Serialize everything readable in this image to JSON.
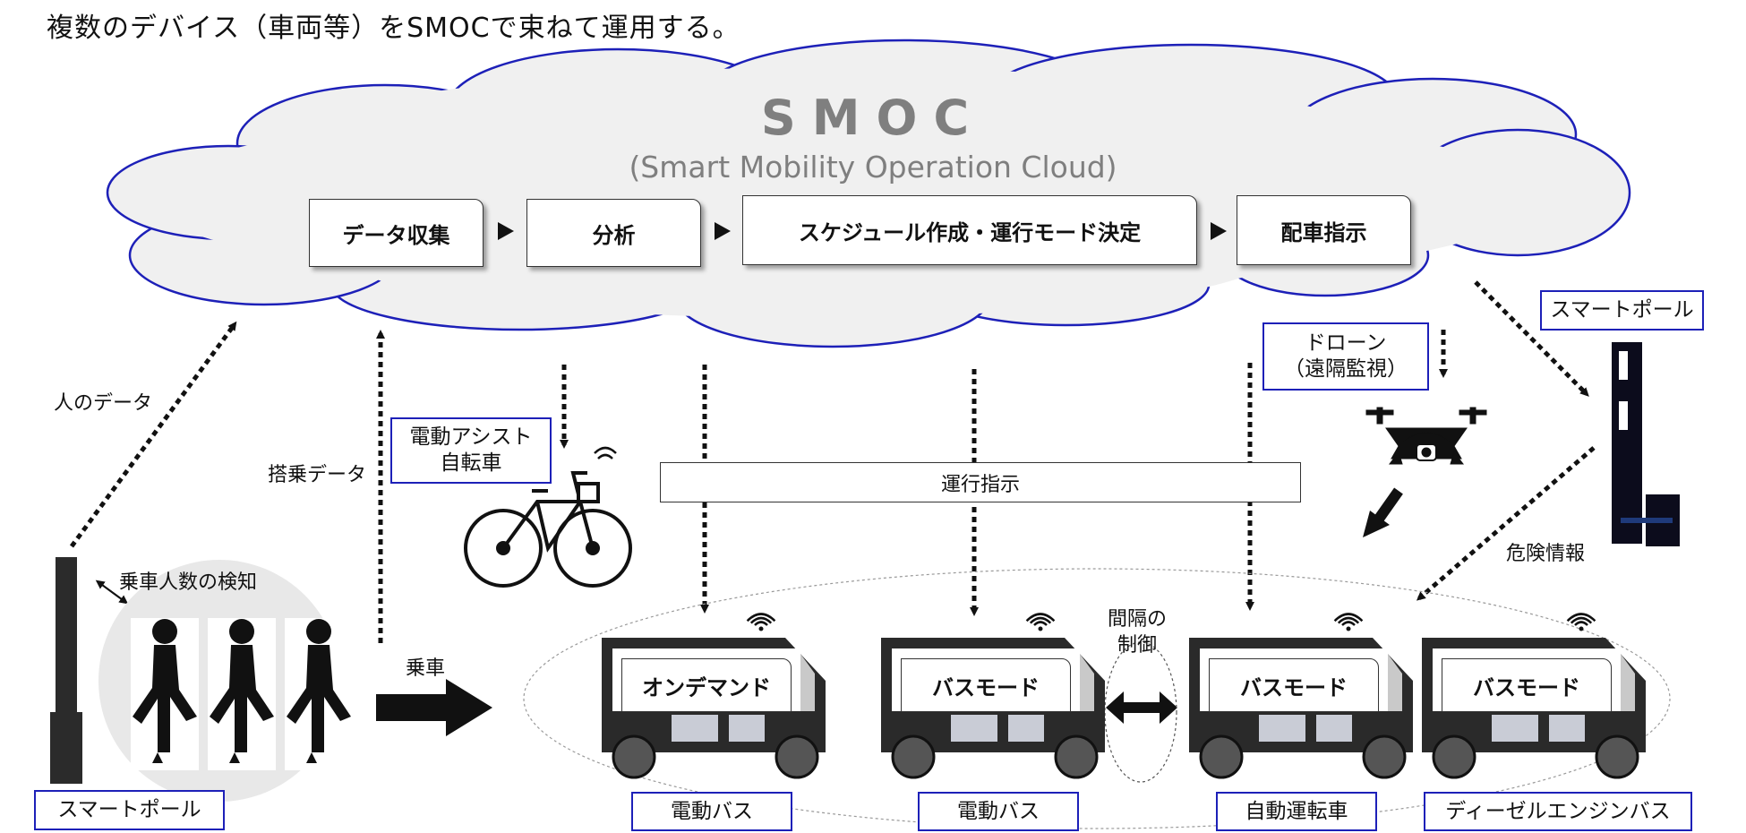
{
  "header": {
    "text": "複数のデバイス（車両等）をSMOCで束ねて運用する。"
  },
  "cloud": {
    "title": "SMOC",
    "subtitle": "(Smart Mobility Operation Cloud)"
  },
  "process_steps": [
    {
      "label": "データ収集"
    },
    {
      "label": "分析"
    },
    {
      "label": "スケジュール作成・運行モード決定"
    },
    {
      "label": "配車指示"
    }
  ],
  "labels": {
    "person_data": "人のデータ",
    "boarding_data": "搭乗データ",
    "passenger_detect": "乗車人数の検知",
    "boarding": "乗車",
    "operation_order": "運行指示",
    "interval_control": [
      "間隔の",
      "制御"
    ],
    "danger_info": "危険情報"
  },
  "boxes": {
    "assist_bike": [
      "電動アシスト",
      "自転車"
    ],
    "drone": [
      "ドローン",
      "（遠隔監視）"
    ],
    "smart_pole_left": "スマートポール",
    "smart_pole_right": "スマートポール"
  },
  "vehicles": [
    {
      "mode": "オンデマンド",
      "type": "電動バス"
    },
    {
      "mode": "バスモード",
      "type": "電動バス"
    },
    {
      "mode": "バスモード",
      "type": "自動運転車"
    },
    {
      "mode": "バスモード",
      "type": "ディーゼルエンジンバス"
    }
  ],
  "colors": {
    "cloud_fill": "#f0f0f0",
    "cloud_stroke": "#1d20b8",
    "box_border": "#1d20b8",
    "title_gray": "#7f7f7f",
    "vehicle_body": "#2a2a2a"
  }
}
